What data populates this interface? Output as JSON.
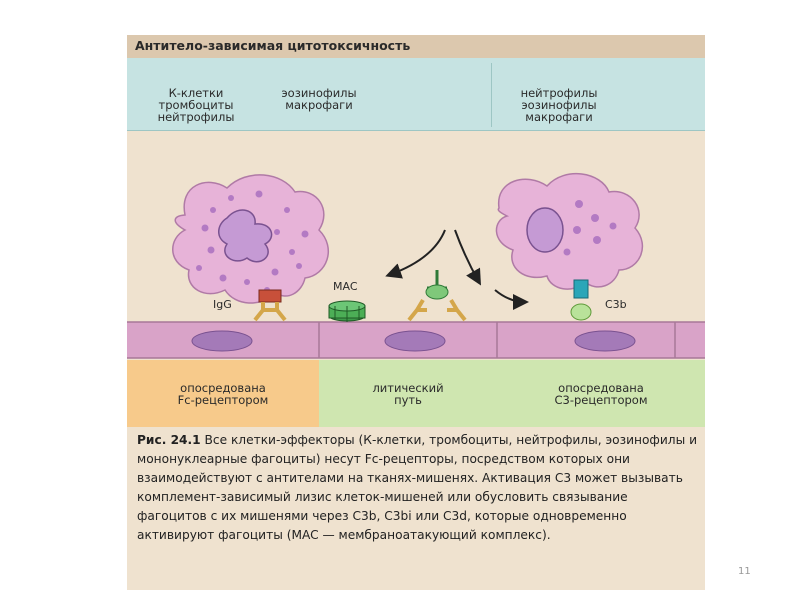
{
  "title": "Антитело-зависимая цитотоксичность",
  "header": {
    "group_left_1": "К-клетки\nтромбоциты\nнейтрофилы",
    "group_left_2": "эозинофилы\nмакрофаги",
    "group_right": "нейтрофилы\nэозинофилы\nмакрофаги"
  },
  "labels": {
    "igg": "IgG",
    "mac": "MAC",
    "c3b": "C3b"
  },
  "mechanisms": {
    "fc": "опосредована\nFc-рецептором",
    "lytic": "литический\nпуть",
    "c3": "опосредована\nC3-рецептором"
  },
  "caption": {
    "label": "Рис. 24.1",
    "text": " Все клетки-эффекторы (К-клетки, тромбоциты, нейтрофилы, эозинофилы и мононуклеарные фагоциты) несут Fc-рецепторы, посредством которых они взаимодействуют с антителами на тканях-мишенях. Активация C3 может вызывать комплемент-зависимый лизис клеток-мишеней или обусловить связывание фагоцитов с их мишенями через C3b, C3bi или C3d, которые одновременно активируют фагоциты (MAC — мембраноатакующий комплекс)."
  },
  "page_number": "11",
  "colors": {
    "page_bg": "#efe2cf",
    "header_band": "#c6e3e2",
    "cell_body": "#e7b3d8",
    "granule": "#b37ac3",
    "tissue": "#d9a3c8",
    "fc_band": "#f7ca8b",
    "lytic_band": "#cfe6b0",
    "c3_band": "#cfe6b0"
  }
}
